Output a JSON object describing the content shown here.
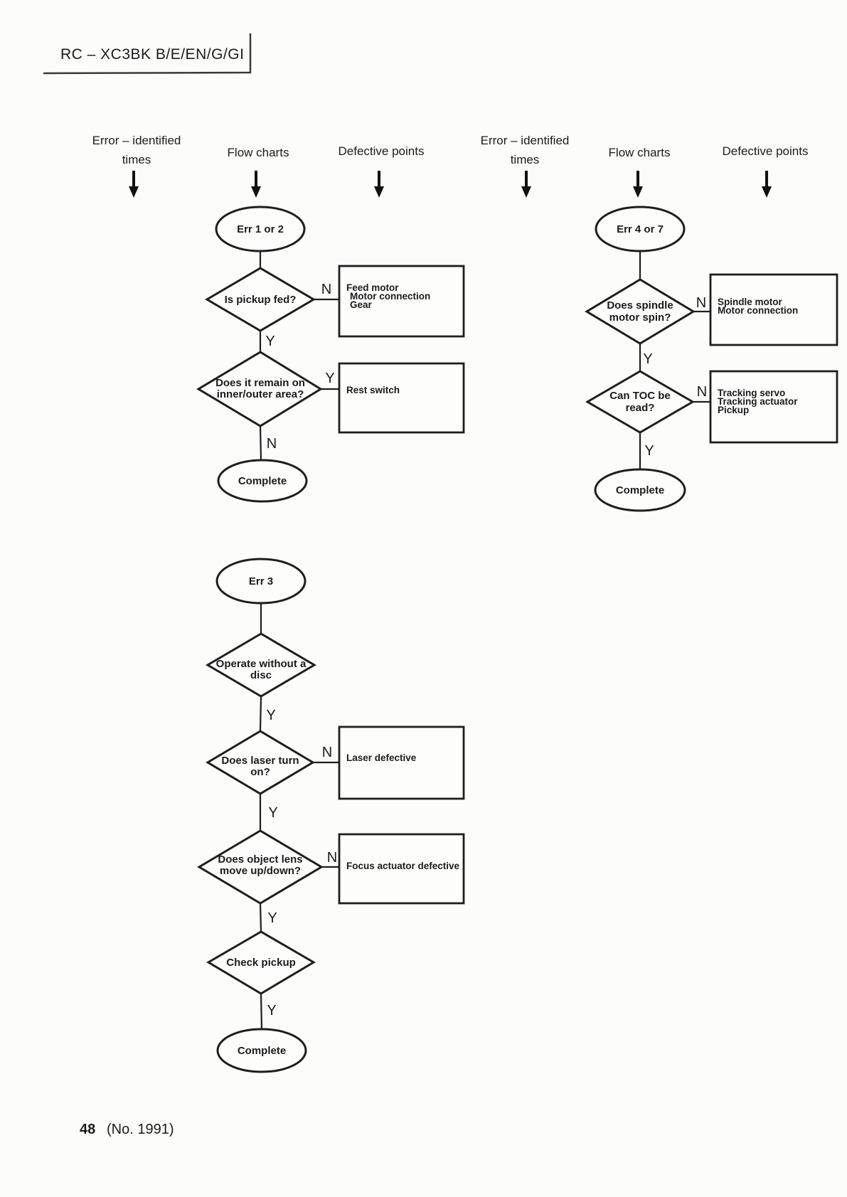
{
  "page": {
    "model_header": "RC – XC3BK B/E/EN/G/GI",
    "footer": {
      "page_number": "48",
      "issue": "(No. 1991)"
    }
  },
  "colors": {
    "ink": "#1b1b1b",
    "paper": "#fcfcfa"
  },
  "column_headers": {
    "error_identified_line1": "Error – identified",
    "error_identified_line2": "times",
    "flow_charts": "Flow charts",
    "defective_points": "Defective points"
  },
  "labels": {
    "yes": "Y",
    "no": "N"
  },
  "charts": {
    "err12": {
      "start": "Err 1 or 2",
      "q1": "Is pickup fed?",
      "q1_no_box_line1": "Feed motor",
      "q1_no_box_line2": "Motor connection",
      "q1_no_box_line3": "Gear",
      "q2_line1": "Does it remain on",
      "q2_line2": "inner/outer area?",
      "q2_yes_box": "Rest switch",
      "end": "Complete"
    },
    "err47": {
      "start": "Err 4 or 7",
      "q1_line1": "Does spindle",
      "q1_line2": "motor spin?",
      "q1_no_box_line1": "Spindle motor",
      "q1_no_box_line2": "Motor connection",
      "q2_line1": "Can TOC be",
      "q2_line2": "read?",
      "q2_no_box_line1": "Tracking servo",
      "q2_no_box_line2": "Tracking actuator",
      "q2_no_box_line3": "Pickup",
      "end": "Complete"
    },
    "err3": {
      "start": "Err 3",
      "q1_line1": "Operate without a",
      "q1_line2": "disc",
      "q2_line1": "Does laser turn",
      "q2_line2": "on?",
      "q2_no_box": "Laser defective",
      "q3_line1": "Does object lens",
      "q3_line2": "move up/down?",
      "q3_no_box": "Focus actuator defective",
      "q4": "Check pickup",
      "end": "Complete"
    }
  }
}
